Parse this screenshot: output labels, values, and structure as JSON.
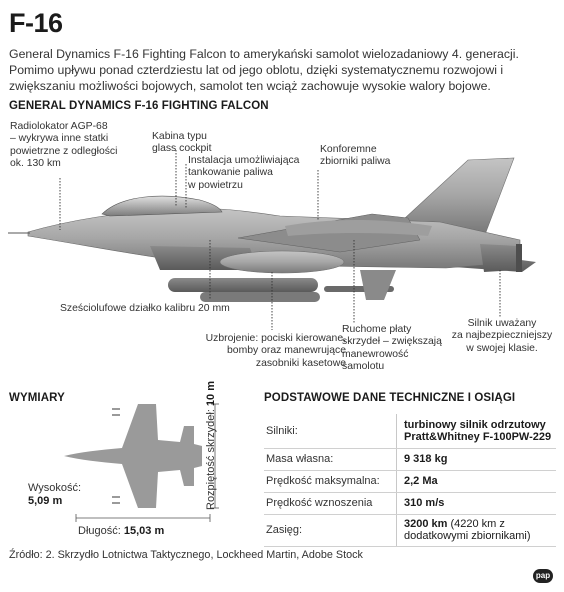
{
  "title": "F-16",
  "intro": "General Dynamics F-16 Fighting Falcon to amerykański samolot wielozadaniowy 4. generacji. Pomimo upływu ponad czterdziestu lat od jego oblotu, dzięki systematycznemu rozwojowi i zwiększaniu możliwości bojowych, samolot ten wciąż zachowuje wysokie walory bojowe.",
  "section_aircraft": "GENERAL DYNAMICS F-16 FIGHTING FALCON",
  "annotations": {
    "radar": "Radiolokator AGP-68\n– wykrywa inne statki\npowietrzne z odległości\nok. 130 km",
    "cockpit": "Kabina typu\nglass cockpit",
    "refuel": "Instalacja umożliwiająca\ntankowanie paliwa\nw powietrzu",
    "tanks": "Konforemne\nzbiorniki paliwa",
    "cannon": "Sześciolufowe działko  kalibru 20 mm",
    "weapons": "Uzbrojenie: pociski kierowane,\nbomby oraz manewrujące\nzasobniki kasetowe",
    "flaps": "Ruchome płaty\nskrzydeł – zwiększają\nmanewrowość\nsamolotu",
    "engine_note": "Silnik uważany\nza najbezpieczniejszy\nw swojej klasie."
  },
  "dimensions": {
    "heading": "WYMIARY",
    "height_label": "Wysokość:",
    "height_value": "5,09 m",
    "length_label": "Długość:",
    "length_value": "15,03 m",
    "span_label": "Rozpiętość skrzydeł:",
    "span_value": "10 m"
  },
  "specs": {
    "heading": "PODSTAWOWE DANE TECHNICZNE I OSIĄGI",
    "rows": [
      {
        "label": "Silniki:",
        "value": "turbinowy silnik odrzutowy\nPratt&Whitney F-100PW-229",
        "extra": ""
      },
      {
        "label": "Masa własna:",
        "value": "9 318 kg",
        "extra": ""
      },
      {
        "label": "Prędkość maksymalna:",
        "value": "2,2 Ma",
        "extra": ""
      },
      {
        "label": "Prędkość wznoszenia",
        "value": "310 m/s",
        "extra": ""
      },
      {
        "label": "Zasięg:",
        "value": "3200 km",
        "extra": " (4220 km z dodatkowymi zbiornikami)"
      }
    ]
  },
  "source": "Źródło: 2. Skrzydło Lotnictwa Taktycznego, Lockheed Martin, Adobe Stock",
  "logo": "pap",
  "colors": {
    "aircraft_light": "#b4b4b4",
    "aircraft_dark": "#6e6e6e",
    "silhouette": "#9a9a9a",
    "text": "#222222"
  }
}
